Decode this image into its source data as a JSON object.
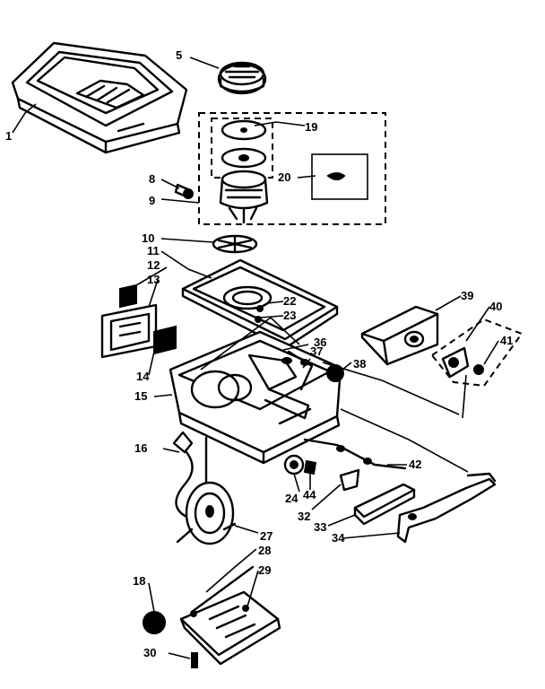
{
  "diagram": {
    "callouts": [
      "1",
      "5",
      "19",
      "8",
      "20",
      "9",
      "10",
      "11",
      "12",
      "13",
      "22",
      "23",
      "39",
      "40",
      "41",
      "36",
      "37",
      "38",
      "14",
      "15",
      "16",
      "42",
      "24",
      "44",
      "32",
      "33",
      "34",
      "27",
      "28",
      "29",
      "18",
      "30"
    ]
  }
}
